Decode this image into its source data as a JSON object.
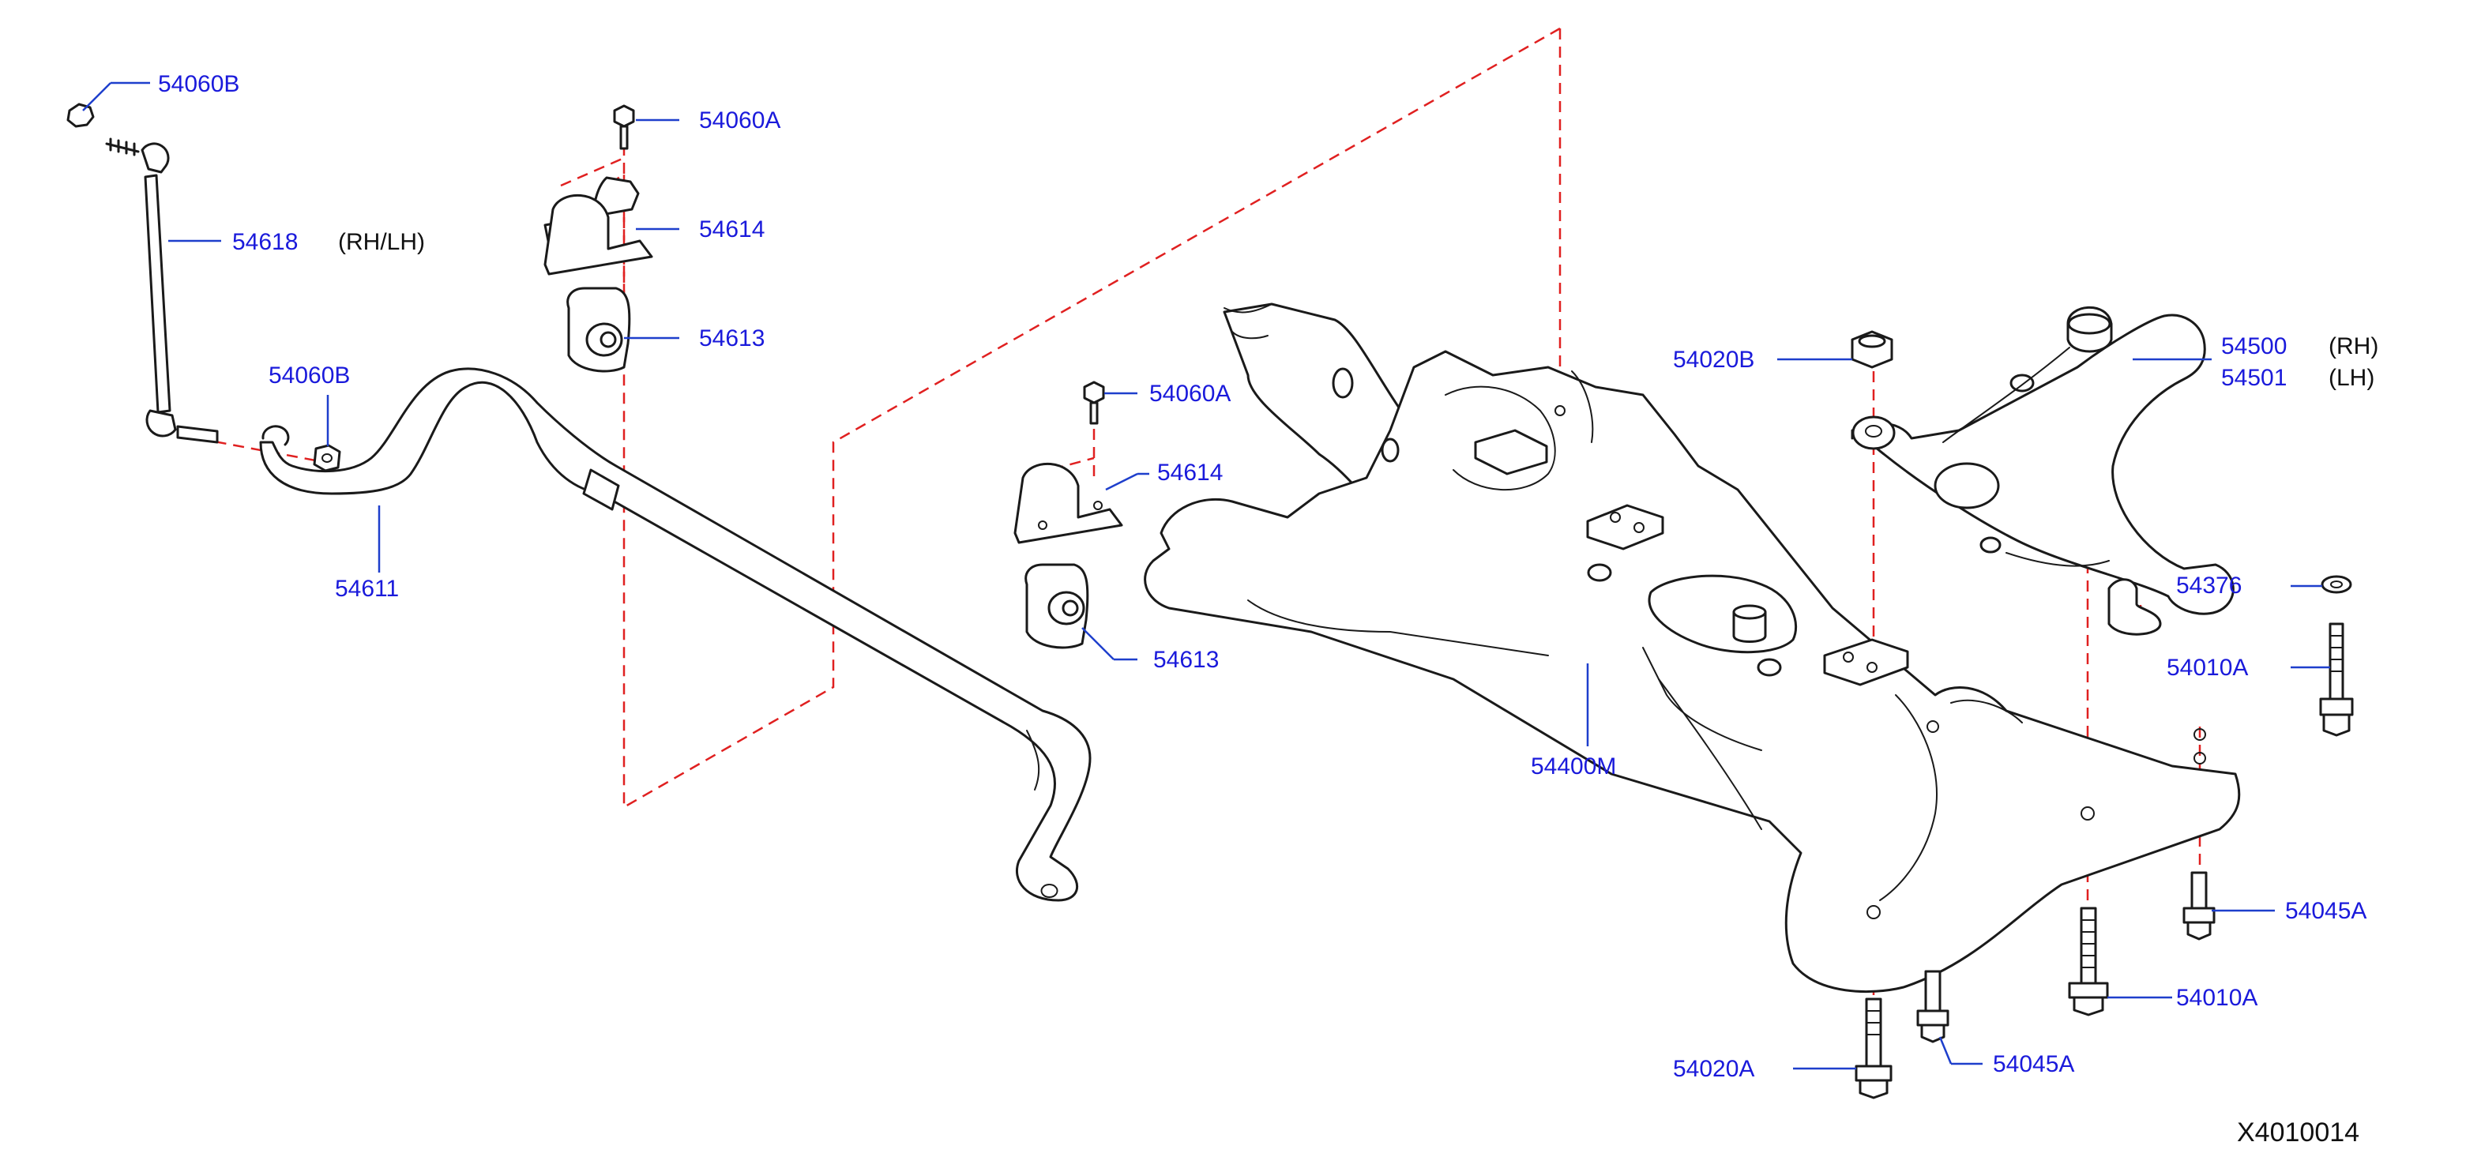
{
  "callouts": {
    "p54060B_top": "54060B",
    "p54618": "54618",
    "p54618_side": "(RH/LH)",
    "p54060B_mid": "54060B",
    "p54611": "54611",
    "p54060A_left": "54060A",
    "p54614_left": "54614",
    "p54613_left": "54613",
    "p54060A_right": "54060A",
    "p54614_right": "54614",
    "p54613_right": "54613",
    "p54400M": "54400M",
    "p54020B": "54020B",
    "p54500": "54500",
    "p54500_side": "(RH)",
    "p54501": "54501",
    "p54501_side": "(LH)",
    "p54376": "54376",
    "p54010A_upper": "54010A",
    "p54045A_right": "54045A",
    "p54010A_lower": "54010A",
    "p54020A": "54020A",
    "p54045A_lower": "54045A"
  },
  "diagram_ref": "X4010014",
  "colors": {
    "callout_text": "#1a1adb",
    "leader_line": "#1e3fcc",
    "guide_line": "#e02020",
    "part_outline": "#1a1a1a"
  }
}
